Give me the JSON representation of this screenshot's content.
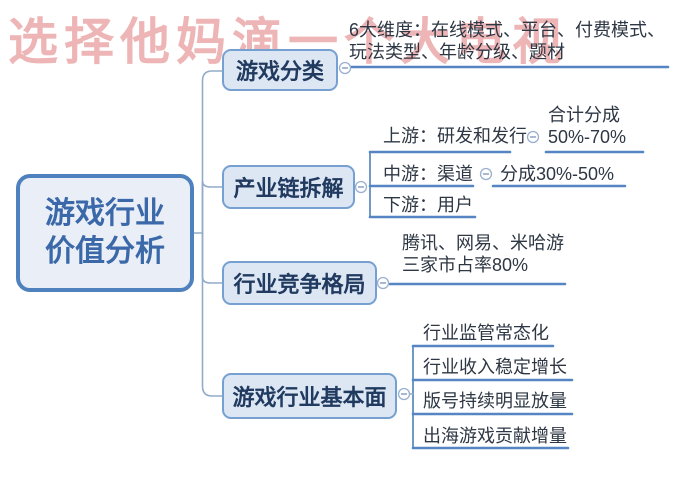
{
  "watermark": "选择他妈滴一个大电视",
  "colors": {
    "watermark": "#e07a7a",
    "line": "#93abc9",
    "accent": "#5585c2",
    "accent2": "#6f9ac8",
    "rootFill": "#e9eef7",
    "rootBorder": "#4e81bd",
    "rootText": "#3a68a8",
    "boxFill": "#dde7f3",
    "boxBorder": "#76a0d2",
    "boxText": "#203a60",
    "leafText": "#2e3744"
  },
  "root": {
    "label": "游戏行业\n价值分析"
  },
  "branches": [
    {
      "label": "游戏分类",
      "children": [
        {
          "label": "6大维度：在线模式、平台、付费模式、玩法类型、年龄分级、题材"
        }
      ]
    },
    {
      "label": "产业链拆解",
      "children": [
        {
          "label": "上游：研发和发行",
          "children": [
            {
              "label": "合计分成\n50%-70%"
            }
          ]
        },
        {
          "label": "中游：渠道",
          "children": [
            {
              "label": "分成30%-50%"
            }
          ]
        },
        {
          "label": "下游：用户",
          "children": []
        }
      ]
    },
    {
      "label": "行业竞争格局",
      "children": [
        {
          "label": "腾讯、网易、米哈游\n三家市占率80%"
        }
      ]
    },
    {
      "label": "游戏行业基本面",
      "children": [
        {
          "label": "行业监管常态化"
        },
        {
          "label": "行业收入稳定增长"
        },
        {
          "label": "版号持续明显放量"
        },
        {
          "label": "出海游戏贡献增量"
        }
      ]
    }
  ]
}
